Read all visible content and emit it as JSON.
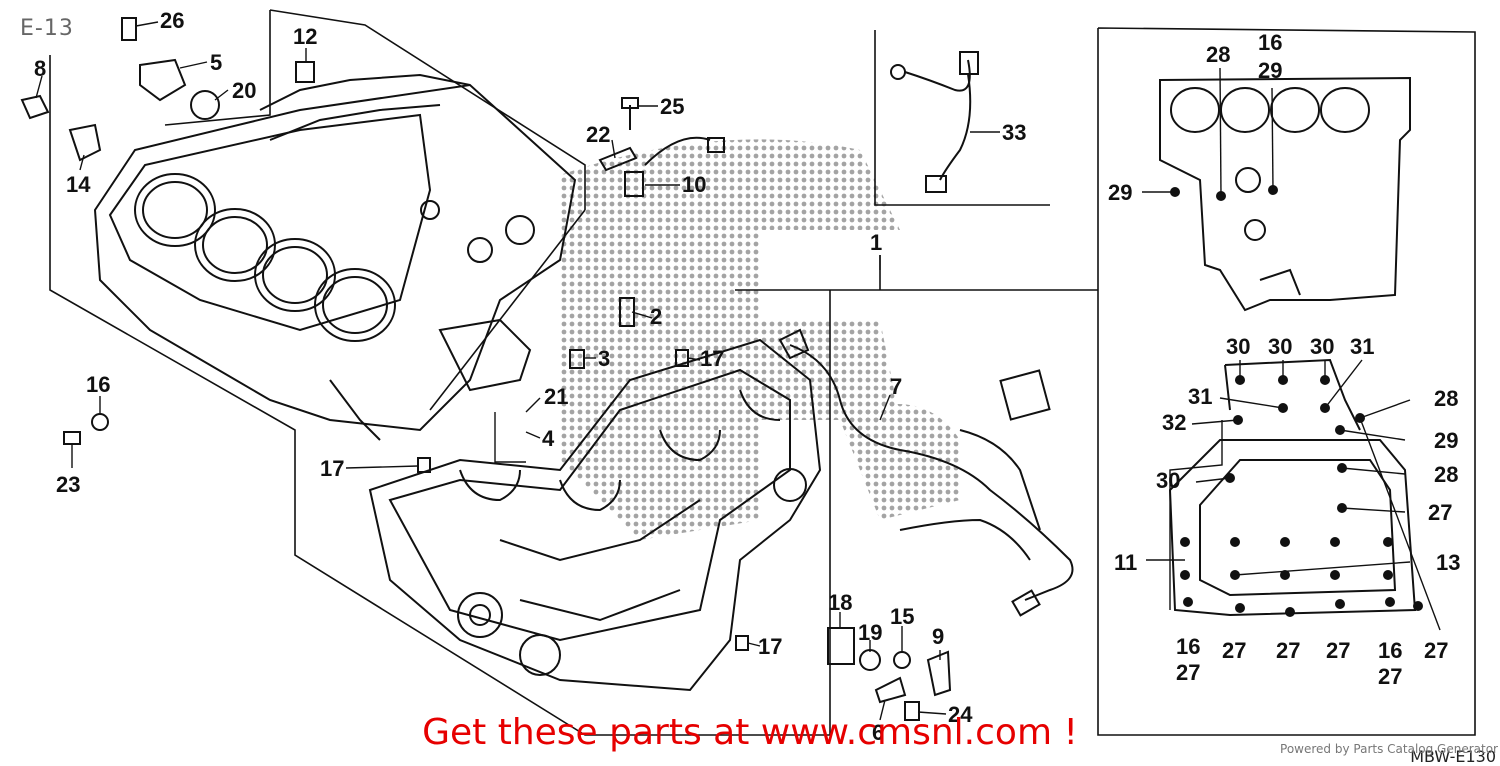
{
  "page": {
    "sheet_id": "E-13",
    "promo_text": "Get these parts at www.cmsnl.com !",
    "powered_by": "Powered by Parts Catalog Generator",
    "drawing_code": "MBW-E130"
  },
  "colors": {
    "line": "#111111",
    "promo": "#e60000",
    "watermark": "#555555"
  },
  "callouts": [
    "1",
    "2",
    "3",
    "4",
    "5",
    "6",
    "7",
    "8",
    "9",
    "10",
    "11",
    "12",
    "13",
    "14",
    "15",
    "16",
    "17",
    "18",
    "19",
    "20",
    "21",
    "22",
    "23",
    "24",
    "25",
    "26",
    "27",
    "28",
    "29",
    "30",
    "31",
    "32",
    "33"
  ]
}
